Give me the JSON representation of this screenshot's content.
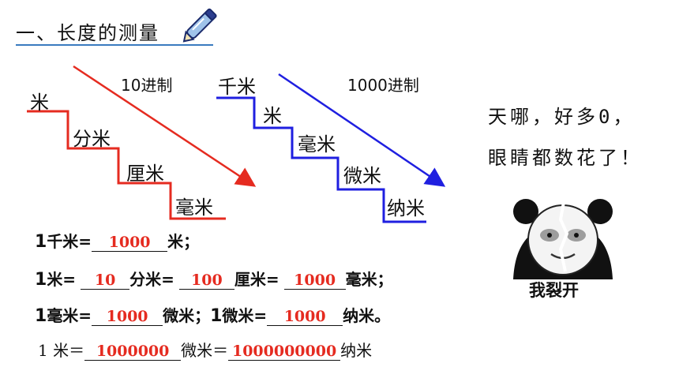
{
  "title": "一、长度的测量",
  "icons": {
    "pen": "pen-icon",
    "panda": "panda-meme-icon"
  },
  "colors": {
    "red": "#e52b20",
    "blue": "#1f1fe0",
    "title_underline": "#3a7bbf"
  },
  "stairs": {
    "left": {
      "base_label": "10进制",
      "units": [
        "米",
        "分米",
        "厘米",
        "毫米"
      ]
    },
    "right": {
      "base_label": "1000进制",
      "units": [
        "千米",
        "米",
        "毫米",
        "微米",
        "纳米"
      ]
    }
  },
  "equations": {
    "row1": {
      "lead": "1",
      "a": "千米=",
      "ans1": "1000",
      "b": "米；"
    },
    "row2": {
      "lead": "1",
      "a": "米=",
      "ans1": "10",
      "b": "分米=",
      "ans2": "100",
      "c": "厘米=",
      "ans3": "1000",
      "d": "毫米；"
    },
    "row3": {
      "lead": "1",
      "a": "毫米=",
      "ans1": "1000",
      "b": "微米；",
      "lead2": "1",
      "c": "微米=",
      "ans2": "1000",
      "d": "纳米。"
    },
    "row4": {
      "a": "1 米＝",
      "ans1": "1000000",
      "b": "微米＝",
      "ans2": "1000000000",
      "c": "纳米"
    }
  },
  "bubble": {
    "line1": "天哪，好多0，",
    "line2": "眼睛都数花了！"
  },
  "meme": {
    "caption": "我裂开"
  }
}
